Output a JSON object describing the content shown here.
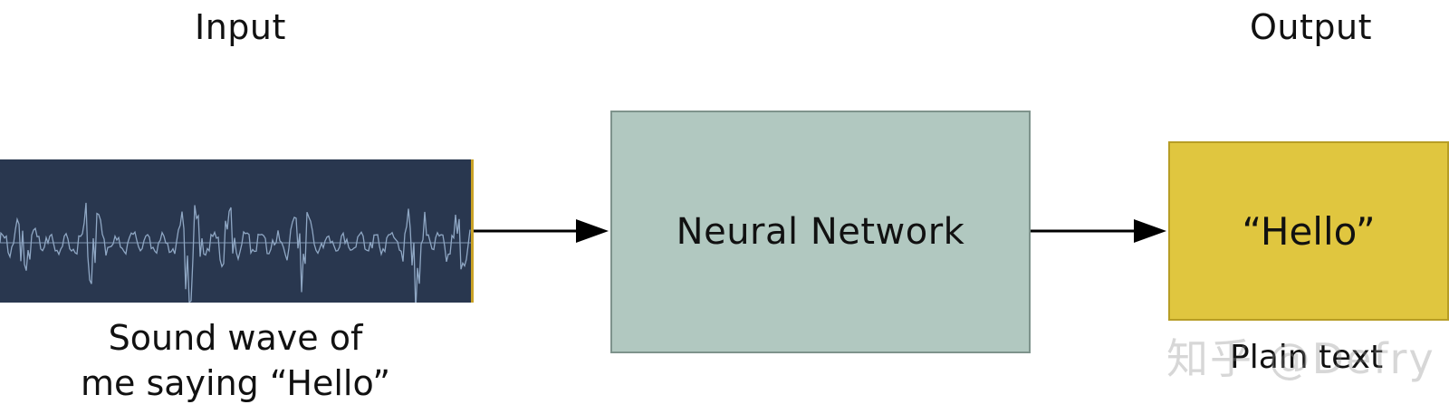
{
  "headings": {
    "input": "Input",
    "output": "Output"
  },
  "input": {
    "caption_line1": "Sound wave of",
    "caption_line2": "me saying “Hello”"
  },
  "network": {
    "label": "Neural Network"
  },
  "output": {
    "value": "“Hello”",
    "caption": "Plain text"
  },
  "watermark": {
    "text": "知乎 @Defry"
  },
  "colors": {
    "wave_background": "#29374f",
    "wave_line": "#8fa7c4",
    "network_fill": "#b1c8c0",
    "output_fill": "#e0c63f"
  }
}
